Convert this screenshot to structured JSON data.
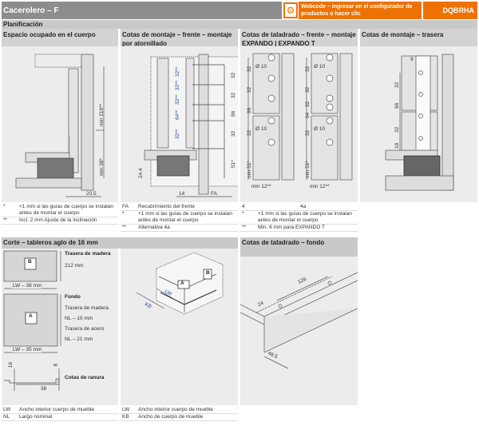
{
  "header": {
    "title": "Cacerolero – F",
    "webcode_text": "Webcode – ingresar en el configurador de productos o hacer clic",
    "webcode": "DQBRHA",
    "icon": "gears-icon"
  },
  "planning_label": "Planificación",
  "columns": [
    {
      "title": "Espacio ocupado en el cuerpo",
      "dims": [
        "min 219**",
        "min 38*",
        "20.5"
      ],
      "notes": [
        {
          "k": "*",
          "v": "+1 mm si las guías de cuerpo se instalan antes de montar el cuerpo"
        },
        {
          "k": "**",
          "v": "Incl. 2 mm Ajuste de la inclinación"
        }
      ]
    },
    {
      "title": "Cotas de montaje – frente – montaje por atornillado",
      "dims": [
        "32",
        "32",
        "96",
        "32",
        "51*",
        "32**",
        "32**",
        "32**",
        "64**",
        "32**",
        "24.4",
        "14",
        "FA"
      ],
      "notes": [
        {
          "k": "FA",
          "v": "Recubrimiento del frente"
        },
        {
          "k": "*",
          "v": "+1 mm si las guías de cuerpo se instalan antes de montar el cuerpo"
        },
        {
          "k": "**",
          "v": "Alternativa 4a"
        }
      ]
    },
    {
      "title": "Cotas de taladrado – frente – montaje EXPANDO | EXPANDO T",
      "dims": [
        "32",
        "32",
        "96",
        "32",
        "min 51*",
        "Ø 10",
        "Ø 10",
        "min 12**",
        "32",
        "32",
        "32",
        "64",
        "32",
        "min 51*",
        "Ø 10",
        "Ø 10",
        "min 12**"
      ],
      "variant_labels": [
        "4",
        "4a"
      ],
      "notes": [
        {
          "k": "*",
          "v": "+1 mm si las guías de cuerpo se instalan antes de montar el cuerpo"
        },
        {
          "k": "**",
          "v": "Min. 6 mm para EXPANDO T"
        }
      ]
    },
    {
      "title": "Cotas de montaje – trasera",
      "dims": [
        "9",
        "32",
        "96",
        "32",
        "19"
      ]
    }
  ],
  "cut": {
    "title": "Corte – tableros aglo de 16 mm",
    "panel_b": "B",
    "b_width": "LW – 38 mm",
    "b_title": "Trasera de madera",
    "b_height": "212 mm",
    "panel_a": "A",
    "a_width": "LW – 35 mm",
    "a_title": "Fondo",
    "a_lines": [
      "Trasera de madera",
      "NL – 10 mm",
      "Trasera de acero",
      "NL – 21 mm"
    ],
    "groove_title": "Cotas de ranura",
    "groove_dims": [
      "16",
      "8",
      "38"
    ],
    "notes": [
      {
        "k": "LW",
        "v": "Ancho interior cuerpo de mueble"
      },
      {
        "k": "NL",
        "v": "Largo nominal"
      }
    ]
  },
  "iso": {
    "labels": [
      "A",
      "B",
      "LW",
      "KB"
    ],
    "notes": [
      {
        "k": "LW",
        "v": "Ancho interior cuerpo de mueble"
      },
      {
        "k": "KB",
        "v": "Ancho de cuerpo de mueble"
      }
    ]
  },
  "bottom_drill": {
    "title": "Cotas de taladrado – fondo",
    "dims": [
      "128",
      "24",
      "48.5"
    ]
  }
}
